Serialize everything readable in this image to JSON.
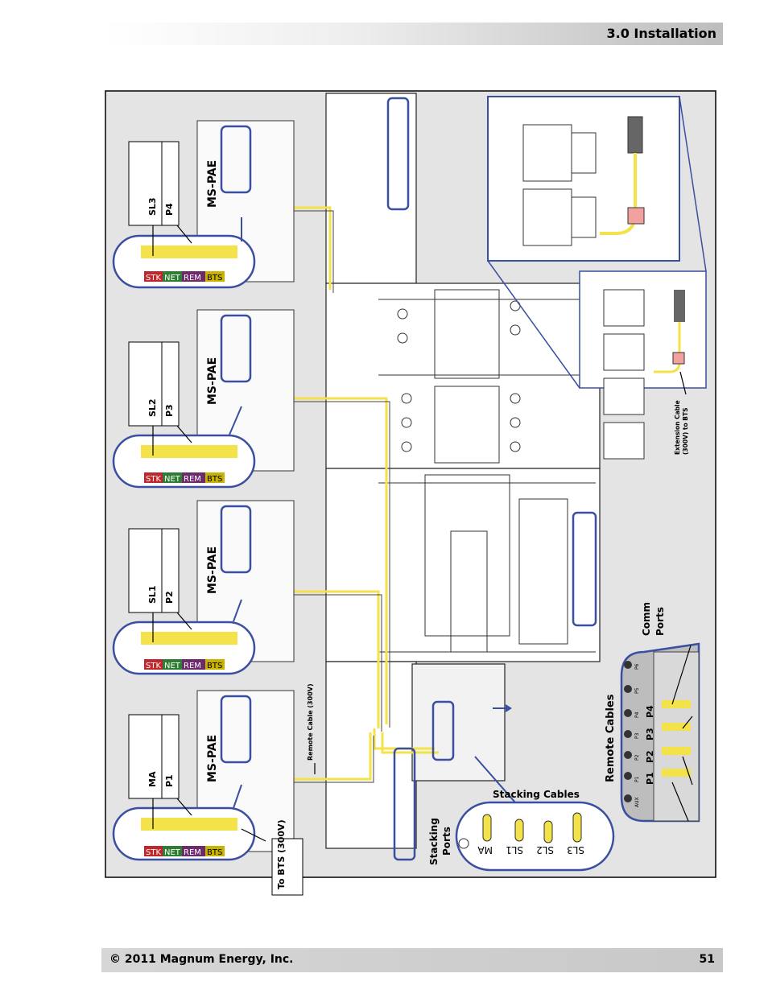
{
  "header": {
    "section_title": "3.0 Installation"
  },
  "footer": {
    "copyright": "© 2011 Magnum Energy, Inc.",
    "page_number": "51"
  },
  "inverters": [
    {
      "model": "MS-PAE",
      "role": "MA",
      "remote_port": "P1"
    },
    {
      "model": "MS-PAE",
      "role": "SL1",
      "remote_port": "P2"
    },
    {
      "model": "MS-PAE",
      "role": "SL2",
      "remote_port": "P3"
    },
    {
      "model": "MS-PAE",
      "role": "SL3",
      "remote_port": "P4"
    }
  ],
  "port_labels": [
    "STK",
    "NET",
    "REM",
    "BTS"
  ],
  "port_colors": {
    "STK": "#c0272d",
    "NET": "#2f7d32",
    "REM": "#6d2b6d",
    "BTS": "#c8b400"
  },
  "callouts": {
    "to_bts": "To BTS (300V)",
    "remote_cable": "Remote Cable (300V)",
    "extension_cable": "Extension Cable (300V) to BTS",
    "stacking_cables": "Stacking Cables",
    "stacking_ports": "Stacking Ports",
    "remote_cables": "Remote Cables",
    "comm_ports": "Comm Ports"
  },
  "remote_cable_labels": [
    "P1",
    "P2",
    "P3",
    "P4"
  ],
  "stacking_port_labels": [
    "MA",
    "SL1",
    "SL2",
    "SL3"
  ],
  "comm_port_labels": [
    "AUX",
    "P1",
    "P2",
    "P3",
    "P4",
    "P5",
    "P6"
  ],
  "colors": {
    "outline_blue": "#3a4fa0",
    "cable_yellow": "#f3e24a",
    "panel_gray": "#e4e4e4"
  }
}
